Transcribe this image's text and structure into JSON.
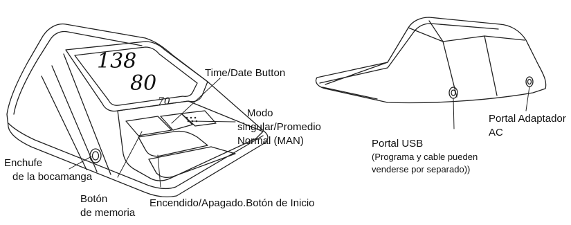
{
  "display": {
    "systolic": "138",
    "diastolic": "80",
    "pulse": "70"
  },
  "labels": {
    "time_date_button": "Time/Date Button",
    "mode_line1": "Modo",
    "mode_line2": "singular/Promedio",
    "mode_line3": "Normal (MAN)",
    "cuff_line1": "Enchufe",
    "cuff_line2": "de la  bocamanga",
    "memory_line1": "Botón",
    "memory_line2": "de memoria",
    "power_start": "Encendido/Apagado.Botón de Inicio",
    "usb_line1": "Portal USB",
    "usb_line2": "(Programa y cable pueden",
    "usb_line3": "venderse por separado))",
    "ac_line1": "Portal Adaptador",
    "ac_line2": "AC"
  }
}
